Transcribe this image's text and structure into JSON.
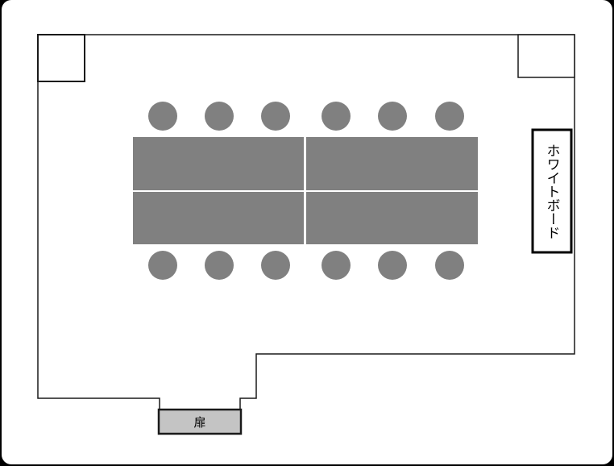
{
  "floor_plan": {
    "whiteboard_label": "ホワイトボード",
    "door_label": "扉",
    "chairs_per_row": 6,
    "chair_rows": 2,
    "tables": 4
  },
  "colors": {
    "wall": "#1a1a1a",
    "furniture": "#808080",
    "door_fill": "#c4c4c4",
    "background": "#ffffff",
    "outer_frame": "#000000"
  }
}
